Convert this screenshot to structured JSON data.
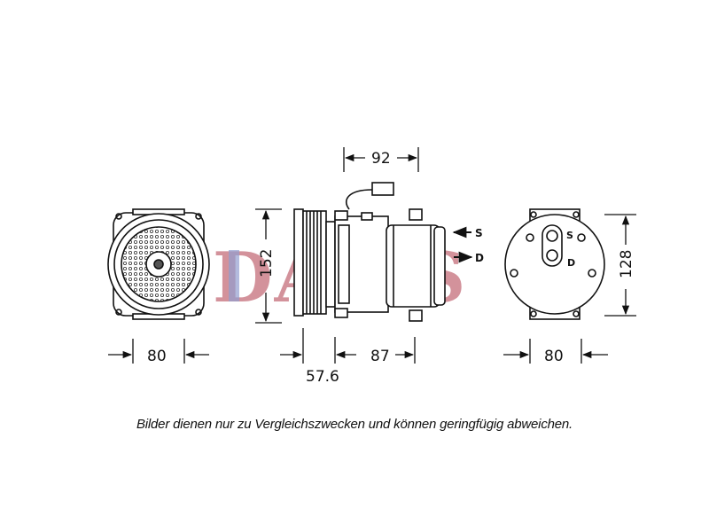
{
  "diagram": {
    "watermark": {
      "text": "DASIS",
      "color": "#b03a4a",
      "accent": "#3a4fa8"
    },
    "front_view": {
      "width_label": "80"
    },
    "side_view": {
      "offset_label": "92",
      "height_label": "152",
      "hub_label": "57.6",
      "body_label": "87",
      "port_suction": "S",
      "port_discharge": "D"
    },
    "rear_view": {
      "width_label": "80",
      "height_label": "128",
      "port_s": "S",
      "port_d": "D"
    },
    "caption": "Bilder dienen nur zu Vergleichszwecken und können geringfügig abweichen."
  },
  "colors": {
    "line": "#111111",
    "background": "#ffffff"
  }
}
